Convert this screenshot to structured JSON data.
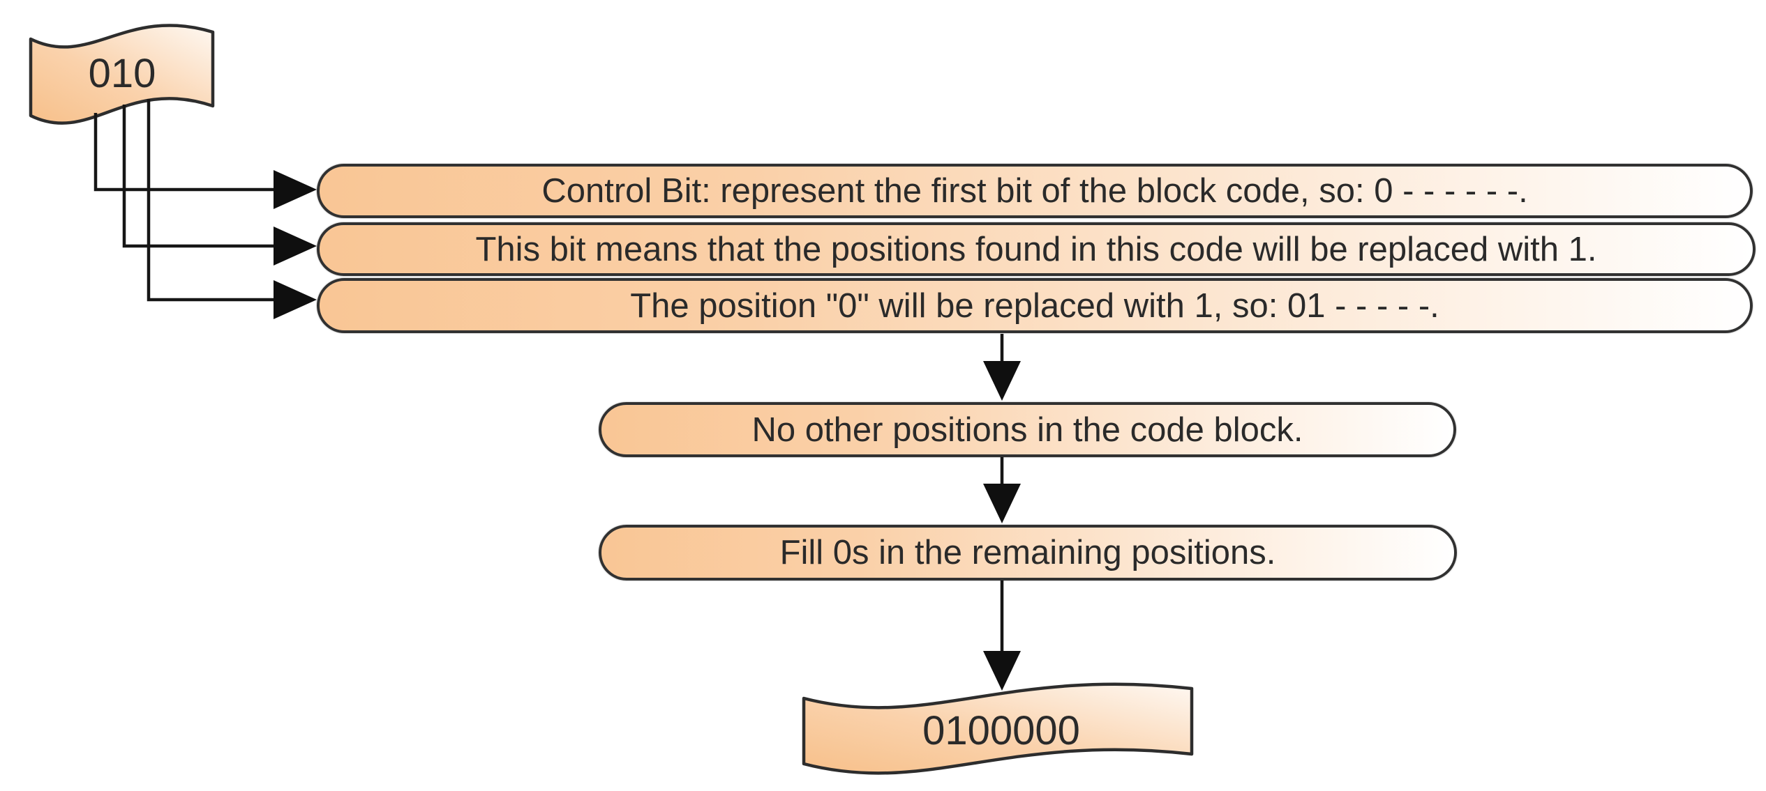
{
  "diagram": {
    "title": "Block code bit replacement flowchart",
    "colors": {
      "node_fill_start": "#F9C695",
      "node_fill_mid": "#FAD0A8",
      "node_fill_end": "#FFFFFF",
      "node_border": "#313131",
      "connector": "#161616",
      "text": "#2a2a2a",
      "background": "#ffffff"
    },
    "nodes": {
      "input_flag": {
        "label": "010"
      },
      "control_bit": {
        "label": "Control Bit: represent the first bit of the block code, so: 0 - - - - - -."
      },
      "bit_meaning": {
        "label": "This bit means that the positions found in this code will be replaced with 1."
      },
      "position_replace": {
        "label": "The position \"0\" will be replaced with 1, so: 01 - - - - -."
      },
      "no_other_positions": {
        "label": "No other positions in the code block."
      },
      "fill_zeros": {
        "label": "Fill 0s in the remaining positions."
      },
      "output_flag": {
        "label": "0100000"
      }
    }
  }
}
